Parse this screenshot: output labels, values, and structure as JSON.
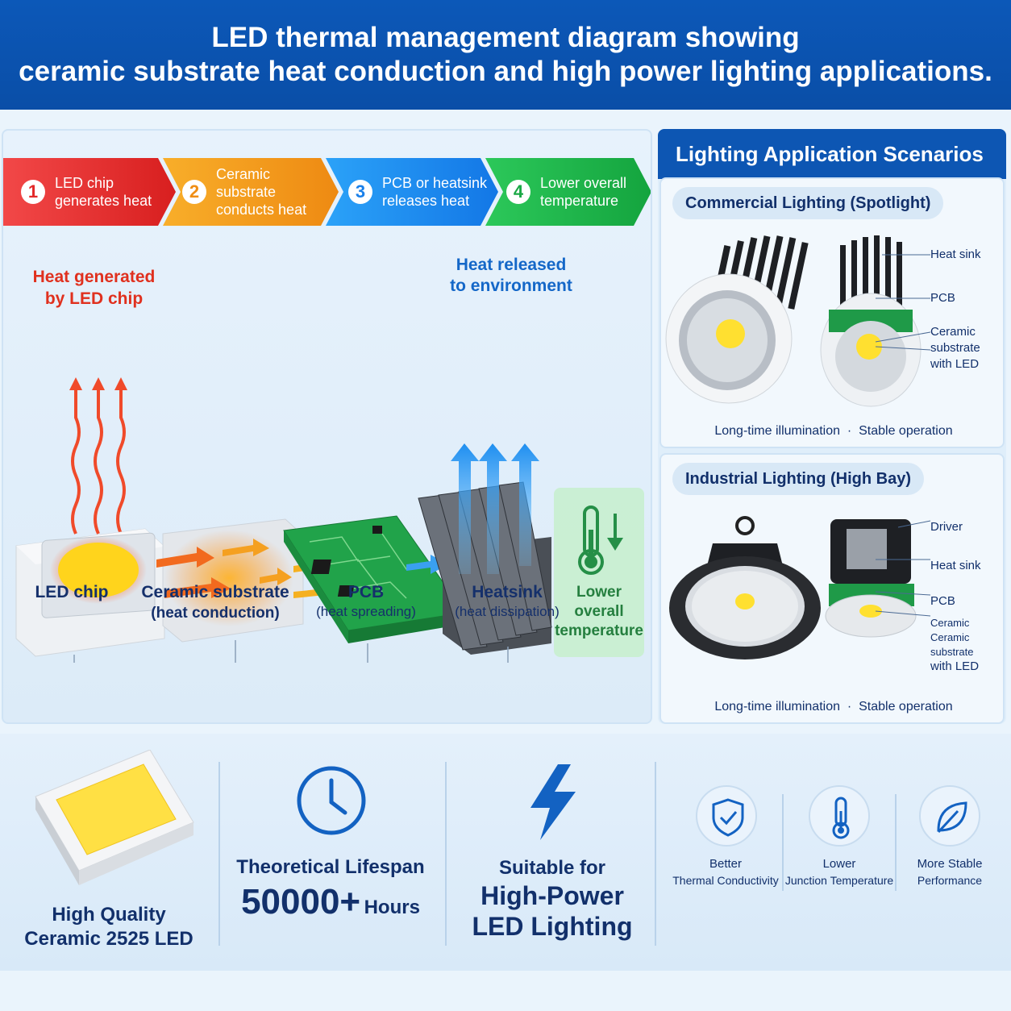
{
  "header": {
    "line1": "LED thermal management diagram showing",
    "line2": "ceramic substrate heat conduction and high power lighting applications."
  },
  "steps": [
    {
      "num": "1",
      "line1": "LED chip",
      "line2": "generates heat",
      "color": "#e32a2a"
    },
    {
      "num": "2",
      "line1": "Ceramic substrate",
      "line2": "conducts heat",
      "color": "#f39a1c"
    },
    {
      "num": "3",
      "line1": "PCB or heatsink",
      "line2": "releases heat",
      "color": "#1a8cf0"
    },
    {
      "num": "4",
      "line1": "Lower overall",
      "line2": "temperature",
      "color": "#1fb84a"
    }
  ],
  "diagram": {
    "heat_generated": [
      "Heat generated",
      "by LED chip"
    ],
    "heat_released": [
      "Heat released",
      "to environment"
    ],
    "lower_temp": [
      "Lower",
      "overall",
      "temperature"
    ],
    "components": [
      {
        "name": "LED chip",
        "sub": ""
      },
      {
        "name": "Ceramic substrate",
        "sub": "(heat conduction)"
      },
      {
        "name": "PCB",
        "sub": "(heat spreading)"
      },
      {
        "name": "Heatsink",
        "sub": "(heat dissipation)"
      }
    ]
  },
  "scenarios": {
    "title": "Lighting Application Scenarios",
    "commercial": {
      "title": "Commercial Lighting (Spotlight)",
      "callouts": [
        "Heat sink",
        "PCB",
        "Ceramic substrate",
        "with LED"
      ],
      "caption_left": "Long-time illumination",
      "caption_sep": "·",
      "caption_right": "Stable operation"
    },
    "industrial": {
      "title": "Industrial Lighting (High Bay)",
      "callouts": [
        "Driver",
        "Heat sink",
        "PCB",
        "Ceramic",
        "Ceramic substrate",
        "with LED"
      ],
      "caption_left": "Long-time illumination",
      "caption_sep": "·",
      "caption_right": "Stable operation"
    }
  },
  "features": {
    "product": [
      "High Quality",
      "Ceramic 2525 LED"
    ],
    "lifespan": {
      "label": "Theoretical Lifespan",
      "value": "50000+",
      "unit": "Hours"
    },
    "suitable": {
      "line1": "Suitable for",
      "line2": "High-Power",
      "line3": "LED Lighting"
    },
    "small": [
      {
        "icon": "shield-check-icon",
        "line1": "Better",
        "line2": "Thermal Conductivity"
      },
      {
        "icon": "thermometer-icon",
        "line1": "Lower",
        "line2": "Junction Temperature"
      },
      {
        "icon": "leaf-icon",
        "line1": "More Stable",
        "line2": "Performance"
      }
    ]
  }
}
